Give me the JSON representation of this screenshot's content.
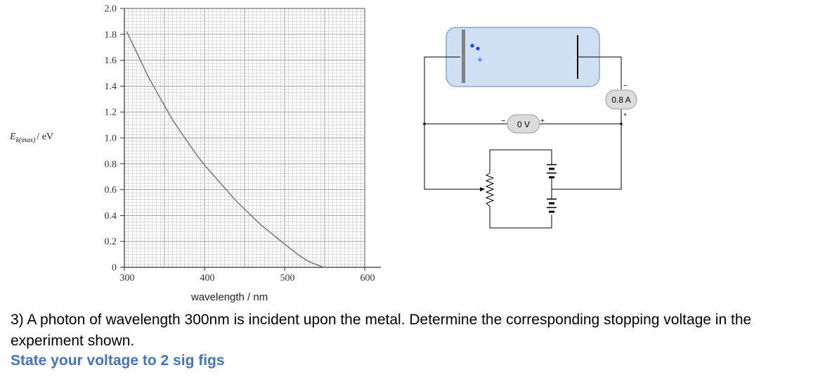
{
  "chart_data": {
    "type": "line",
    "xlabel": "wavelength / nm",
    "ylabel": "E",
    "ylabel_sub": "k(max)",
    "ylabel_unit": "/ eV",
    "xlim": [
      300,
      600
    ],
    "ylim": [
      0,
      2.0
    ],
    "x_ticks": [
      "300",
      "400",
      "500",
      "600"
    ],
    "y_ticks": [
      "0",
      "0.2",
      "0.4",
      "0.6",
      "0.8",
      "1.0",
      "1.2",
      "1.4",
      "1.6",
      "1.8",
      "2.0"
    ],
    "grid": true,
    "series": [
      {
        "x": [
          303,
          310,
          320,
          330,
          340,
          350,
          360,
          370,
          380,
          390,
          400,
          410,
          420,
          430,
          440,
          450,
          460,
          470,
          480,
          490,
          500,
          510,
          520,
          530,
          540,
          549
        ],
        "y": [
          1.82,
          1.73,
          1.6,
          1.47,
          1.36,
          1.25,
          1.14,
          1.05,
          0.96,
          0.87,
          0.79,
          0.72,
          0.65,
          0.58,
          0.51,
          0.45,
          0.39,
          0.33,
          0.28,
          0.23,
          0.18,
          0.13,
          0.085,
          0.045,
          0.02,
          0.0
        ]
      }
    ]
  },
  "circuit": {
    "voltmeter_reading": "0 V",
    "voltmeter_minus": "−",
    "voltmeter_plus": "+",
    "ammeter_reading": "0.8 A",
    "ammeter_minus": "−",
    "ammeter_plus": "+",
    "tube_color": "#cfe0f5",
    "tube_border": "#8aa8cc",
    "electron_color": "#1f3ff0"
  },
  "question": {
    "text": "3) A photon of wavelength 300nm is incident upon the metal. Determine the corresponding stopping voltage in the experiment shown.",
    "note": "State your voltage to 2 sig figs",
    "note_color": "#4472c4"
  }
}
